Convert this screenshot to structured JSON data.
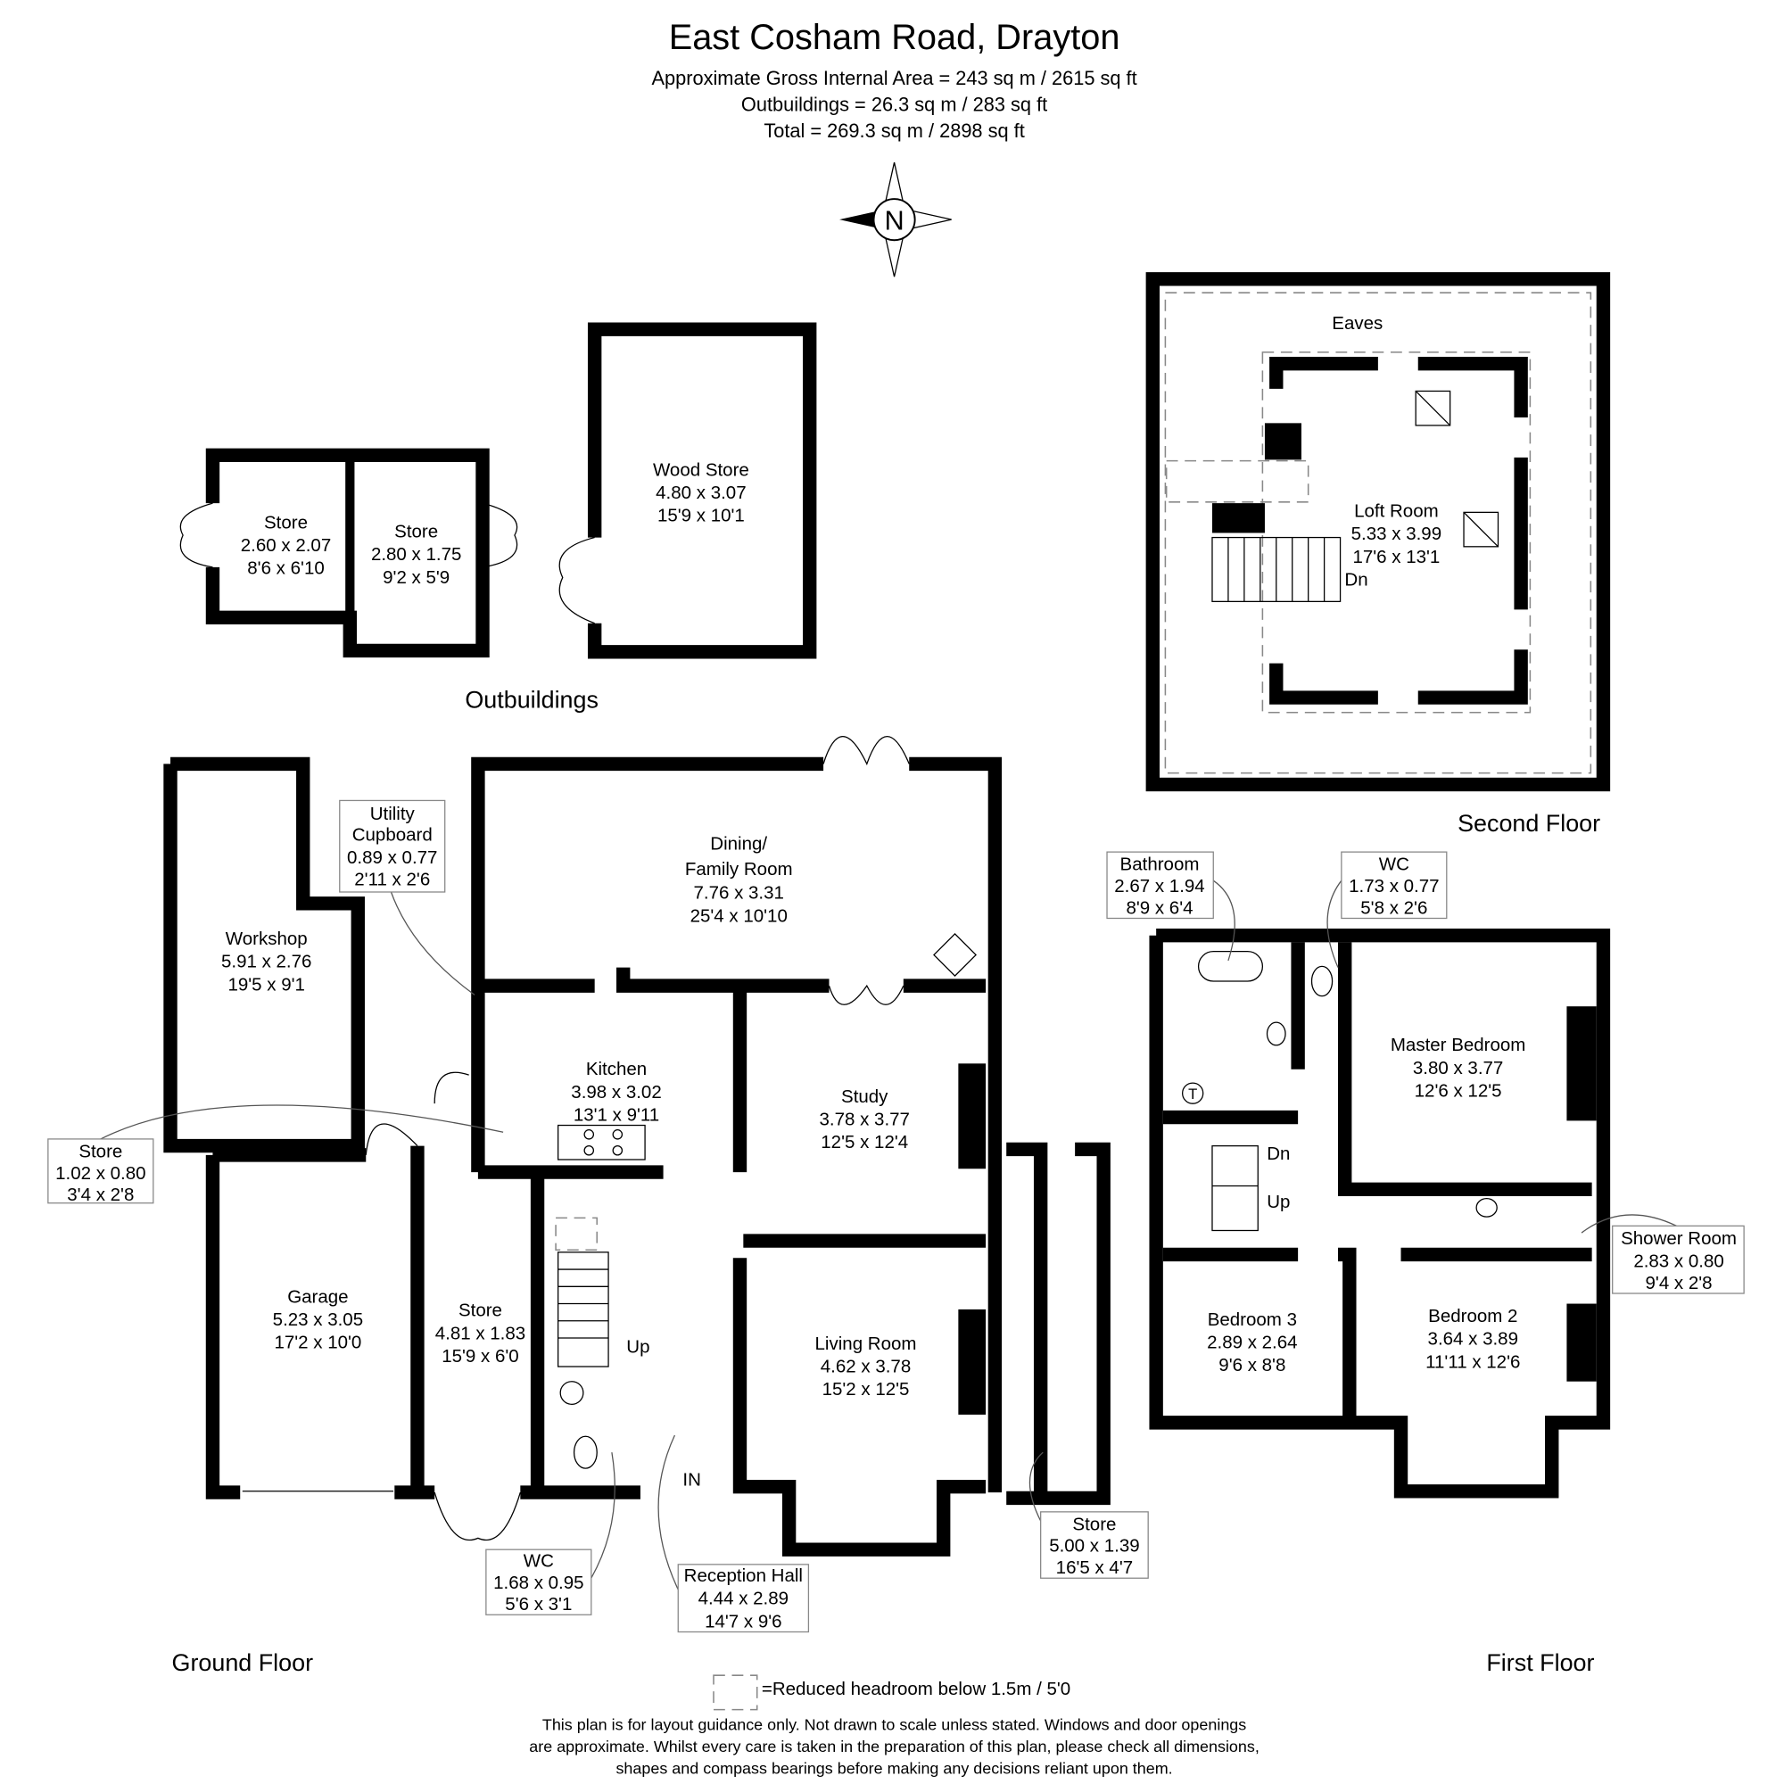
{
  "header": {
    "title": "East Cosham Road, Drayton",
    "line1": "Approximate Gross Internal Area = 243 sq m / 2615 sq ft",
    "line2": "Outbuildings = 26.3 sq m / 283 sq ft",
    "line3": "Total = 269.3 sq m / 2898 sq ft"
  },
  "compass": {
    "label": "N",
    "icon": "compass-rose-icon"
  },
  "floors": {
    "outbuildings": "Outbuildings",
    "second": "Second Floor",
    "ground": "Ground Floor",
    "first": "First Floor"
  },
  "rooms": [
    {
      "name": "Store",
      "metric": "2.60 x 2.07",
      "imperial": "8'6 x 6'10"
    },
    {
      "name": "Store",
      "metric": "2.80 x 1.75",
      "imperial": "9'2 x 5'9"
    },
    {
      "name": "Wood Store",
      "metric": "4.80 x 3.07",
      "imperial": "15'9 x 10'1"
    },
    {
      "name": "Loft Room",
      "metric": "5.33 x 3.99",
      "imperial": "17'6 x 13'1"
    },
    {
      "name": "Workshop",
      "metric": "5.91 x 2.76",
      "imperial": "19'5 x 9'1"
    },
    {
      "name": "Dining/",
      "name2": "Family Room",
      "metric": "7.76 x 3.31",
      "imperial": "25'4 x 10'10"
    },
    {
      "name": "Kitchen",
      "metric": "3.98 x 3.02",
      "imperial": "13'1 x 9'11"
    },
    {
      "name": "Study",
      "metric": "3.78 x 3.77",
      "imperial": "12'5 x 12'4"
    },
    {
      "name": "Garage",
      "metric": "5.23 x 3.05",
      "imperial": "17'2 x 10'0"
    },
    {
      "name": "Store",
      "metric": "4.81 x 1.83",
      "imperial": "15'9 x 6'0"
    },
    {
      "name": "Living Room",
      "metric": "4.62 x 3.78",
      "imperial": "15'2 x 12'5"
    },
    {
      "name": "Master Bedroom",
      "metric": "3.80 x 3.77",
      "imperial": "12'6 x 12'5"
    },
    {
      "name": "Bedroom 3",
      "metric": "2.89 x 2.64",
      "imperial": "9'6 x 8'8"
    },
    {
      "name": "Bedroom 2",
      "metric": "3.64 x 3.89",
      "imperial": "11'11 x 12'6"
    }
  ],
  "callouts": [
    {
      "name": "Utility",
      "name2": "Cupboard",
      "metric": "0.89 x 0.77",
      "imperial": "2'11 x 2'6"
    },
    {
      "name": "Store",
      "metric": "1.02 x 0.80",
      "imperial": "3'4 x 2'8"
    },
    {
      "name": "WC",
      "metric": "1.68 x 0.95",
      "imperial": "5'6 x 3'1"
    },
    {
      "name": "Reception Hall",
      "metric": "4.44 x 2.89",
      "imperial": "14'7 x 9'6"
    },
    {
      "name": "Store",
      "metric": "5.00 x 1.39",
      "imperial": "16'5 x 4'7"
    },
    {
      "name": "Bathroom",
      "metric": "2.67 x 1.94",
      "imperial": "8'9 x 6'4"
    },
    {
      "name": "WC",
      "metric": "1.73 x 0.77",
      "imperial": "5'8 x 2'6"
    },
    {
      "name": "Shower Room",
      "metric": "2.83 x 0.80",
      "imperial": "9'4 x 2'8"
    }
  ],
  "labels": {
    "eaves": "Eaves",
    "dn": "Dn",
    "up": "Up",
    "in": "IN",
    "t": "T"
  },
  "legend": {
    "text": "=Reduced headroom below 1.5m / 5'0"
  },
  "disclaimer": {
    "line1": "This plan is for layout guidance only. Not drawn to scale unless stated. Windows and door openings",
    "line2": "are approximate. Whilst every care is taken in the preparation of this plan, please check all dimensions,",
    "line3": "shapes and compass bearings before making any decisions reliant upon them."
  }
}
